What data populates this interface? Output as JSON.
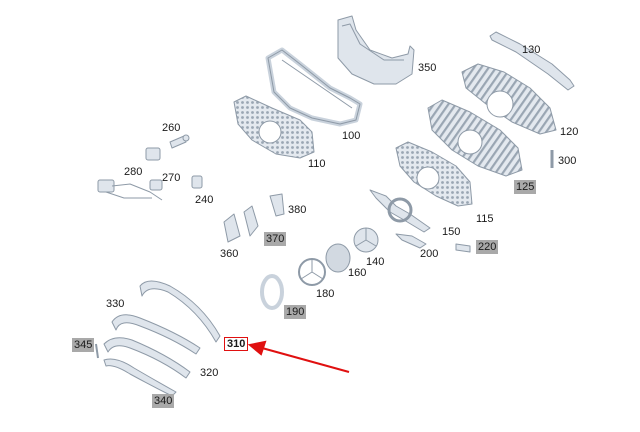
{
  "labels": [
    {
      "id": "p130",
      "text": "130",
      "style": "plain"
    },
    {
      "id": "p350",
      "text": "350",
      "style": "plain"
    },
    {
      "id": "p100",
      "text": "100",
      "style": "plain"
    },
    {
      "id": "p120",
      "text": "120",
      "style": "plain"
    },
    {
      "id": "p260",
      "text": "260",
      "style": "plain"
    },
    {
      "id": "p110",
      "text": "110",
      "style": "plain"
    },
    {
      "id": "p300",
      "text": "300",
      "style": "plain"
    },
    {
      "id": "p280",
      "text": "280",
      "style": "plain"
    },
    {
      "id": "p270",
      "text": "270",
      "style": "plain"
    },
    {
      "id": "p125",
      "text": "125",
      "style": "grey"
    },
    {
      "id": "p240",
      "text": "240",
      "style": "plain"
    },
    {
      "id": "p380",
      "text": "380",
      "style": "plain"
    },
    {
      "id": "p115",
      "text": "115",
      "style": "plain"
    },
    {
      "id": "p150",
      "text": "150",
      "style": "plain"
    },
    {
      "id": "p370",
      "text": "370",
      "style": "grey"
    },
    {
      "id": "p220",
      "text": "220",
      "style": "grey"
    },
    {
      "id": "p360",
      "text": "360",
      "style": "plain"
    },
    {
      "id": "p200",
      "text": "200",
      "style": "plain"
    },
    {
      "id": "p140",
      "text": "140",
      "style": "plain"
    },
    {
      "id": "p160",
      "text": "160",
      "style": "plain"
    },
    {
      "id": "p180",
      "text": "180",
      "style": "plain"
    },
    {
      "id": "p330",
      "text": "330",
      "style": "plain"
    },
    {
      "id": "p190",
      "text": "190",
      "style": "grey"
    },
    {
      "id": "p345",
      "text": "345",
      "style": "grey"
    },
    {
      "id": "p310",
      "text": "310",
      "style": "boxed"
    },
    {
      "id": "p320",
      "text": "320",
      "style": "plain"
    },
    {
      "id": "p340",
      "text": "340",
      "style": "grey"
    }
  ],
  "colors": {
    "part_fill": "#dfe5ec",
    "part_stroke": "#8e9aa7",
    "grey_label_bg": "#a9a9a9",
    "highlight": "#e01010"
  }
}
